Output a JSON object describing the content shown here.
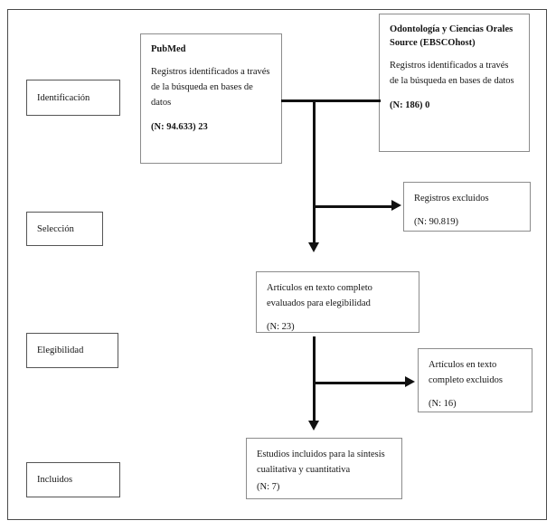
{
  "diagram": {
    "type": "prisma-flow-diagram",
    "language": "es",
    "stages": [
      {
        "id": "identificacion",
        "label": "Identificación"
      },
      {
        "id": "seleccion",
        "label": "Selección"
      },
      {
        "id": "elegibilidad",
        "label": "Elegibilidad"
      },
      {
        "id": "incluidos",
        "label": "Incluidos"
      }
    ],
    "boxes": {
      "pubmed": {
        "header": "PubMed",
        "body": "Registros identificados a través de la búsqueda en bases de datos",
        "count": "(N: 94.633) 23"
      },
      "ebscohost": {
        "header": "Odontología y Ciencias Orales Source (EBSCOhost)",
        "body": "Registros identificados a través de la búsqueda en bases de datos",
        "count": "(N: 186) 0"
      },
      "registros_excluidos": {
        "body": "Registros excluidos",
        "count": "(N: 90.819)"
      },
      "texto_completo": {
        "body": "Artículos en texto completo evaluados para elegibilidad",
        "count": "(N: 23)"
      },
      "texto_completo_excluidos": {
        "body": "Artículos en texto completo excluidos",
        "count": "(N: 16)"
      },
      "estudios_incluidos": {
        "body": "Estudios incluidos para la síntesis cualitativa y cuantitativa",
        "count": "(N: 7)"
      }
    },
    "colors": {
      "line": "#111111",
      "box_border": "#8c8c8c",
      "frame_border": "#4a4a4a",
      "background": "#ffffff",
      "text": "#141414"
    }
  }
}
